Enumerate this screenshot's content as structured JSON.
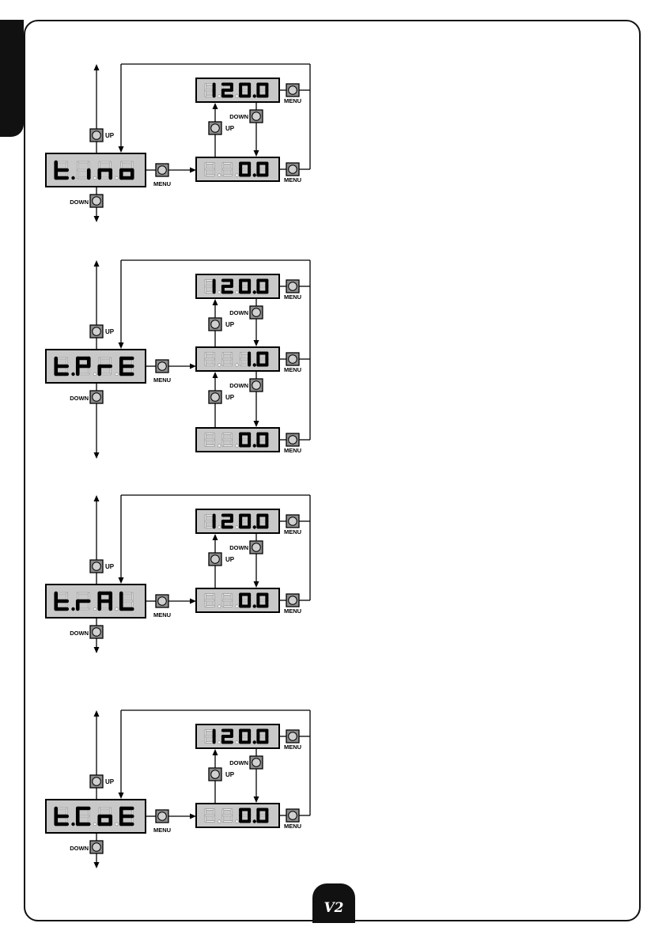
{
  "page_mark": "V2",
  "button_labels": {
    "up": "UP",
    "down": "DOWN",
    "menu": "MENU"
  },
  "blocks": [
    {
      "param": [
        "t",
        "i",
        "n",
        "o"
      ],
      "values": [
        [
          "1",
          "2",
          "0",
          "0"
        ],
        [
          "",
          "",
          "0",
          "0"
        ]
      ]
    },
    {
      "param": [
        "t",
        "P",
        "r",
        "E"
      ],
      "values": [
        [
          "1",
          "2",
          "0",
          "0"
        ],
        [
          "",
          "",
          "1",
          "0"
        ],
        [
          "",
          "",
          "0",
          "0"
        ]
      ]
    },
    {
      "param": [
        "t",
        "r",
        "A",
        "L"
      ],
      "values": [
        [
          "1",
          "2",
          "0",
          "0"
        ],
        [
          "",
          "",
          "0",
          "0"
        ]
      ]
    },
    {
      "param": [
        "t",
        "C",
        "o",
        "E"
      ],
      "values": [
        [
          "1",
          "2",
          "0",
          "0"
        ],
        [
          "",
          "",
          "0",
          "0"
        ]
      ]
    }
  ]
}
